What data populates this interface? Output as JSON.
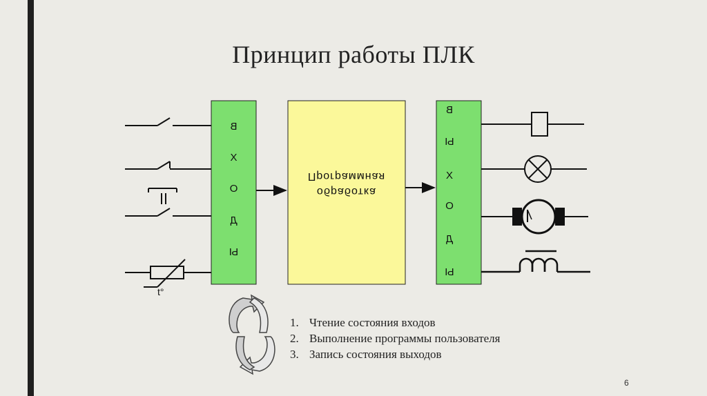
{
  "slide": {
    "title": "Принцип работы ПЛК",
    "page_number": "6"
  },
  "inputs_block": {
    "letters": [
      "В",
      "Х",
      "О",
      "Д",
      "Ы"
    ]
  },
  "outputs_block": {
    "letters": [
      "В",
      "Ы",
      "Х",
      "О",
      "Д",
      "Ы"
    ]
  },
  "program_block": {
    "line1": "Программная",
    "line2": "обработка"
  },
  "thermistor_label": "t°",
  "steps": [
    {
      "num": "1.",
      "text": "Чтение состояния входов"
    },
    {
      "num": "2.",
      "text": "Выполнение программы пользователя"
    },
    {
      "num": "3.",
      "text": "Запись состояния выходов"
    }
  ],
  "colors": {
    "green_block": "#7ddf6f",
    "yellow_block": "#fbf89a",
    "background": "#ecebe6",
    "left_bar": "#1f1f1f"
  }
}
